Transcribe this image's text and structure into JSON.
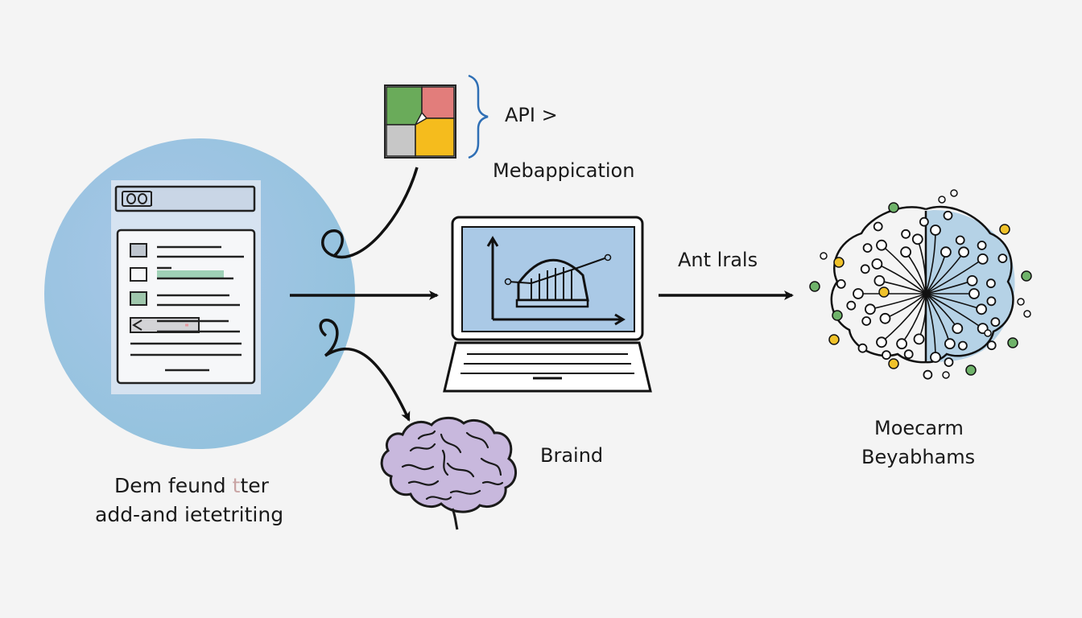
{
  "labels": {
    "api": "API >",
    "webapp": "Mebappication",
    "arrow_caption": "Ant lrals",
    "brain": "Braind",
    "left_line1": "Dem feund",
    "left_line1_mark": "t",
    "left_line1_end": "ter",
    "left_line2": "add-and ietetriting",
    "right_line1": "Moecarm",
    "right_line2": "Beyabhams"
  },
  "colors": {
    "background": "#f4f4f4",
    "circle_fill": "#9cc3e0",
    "laptop_screen": "#aac9e6",
    "tile_green": "#6aab5a",
    "tile_red": "#e27d7b",
    "tile_gray": "#c7c7c7",
    "tile_yellow": "#f5bc1d",
    "brace_blue": "#2f6fb5",
    "brain_fill": "#c8b8dd",
    "network_blue": "#a9cbe3",
    "dot_green": "#6fb36a",
    "dot_yellow": "#f0c22a"
  },
  "icons": {
    "document": "document-window-icon",
    "tiles": "grid-tiles-icon",
    "laptop": "laptop-chart-icon",
    "brain": "brain-icon",
    "network": "neural-network-icon"
  }
}
